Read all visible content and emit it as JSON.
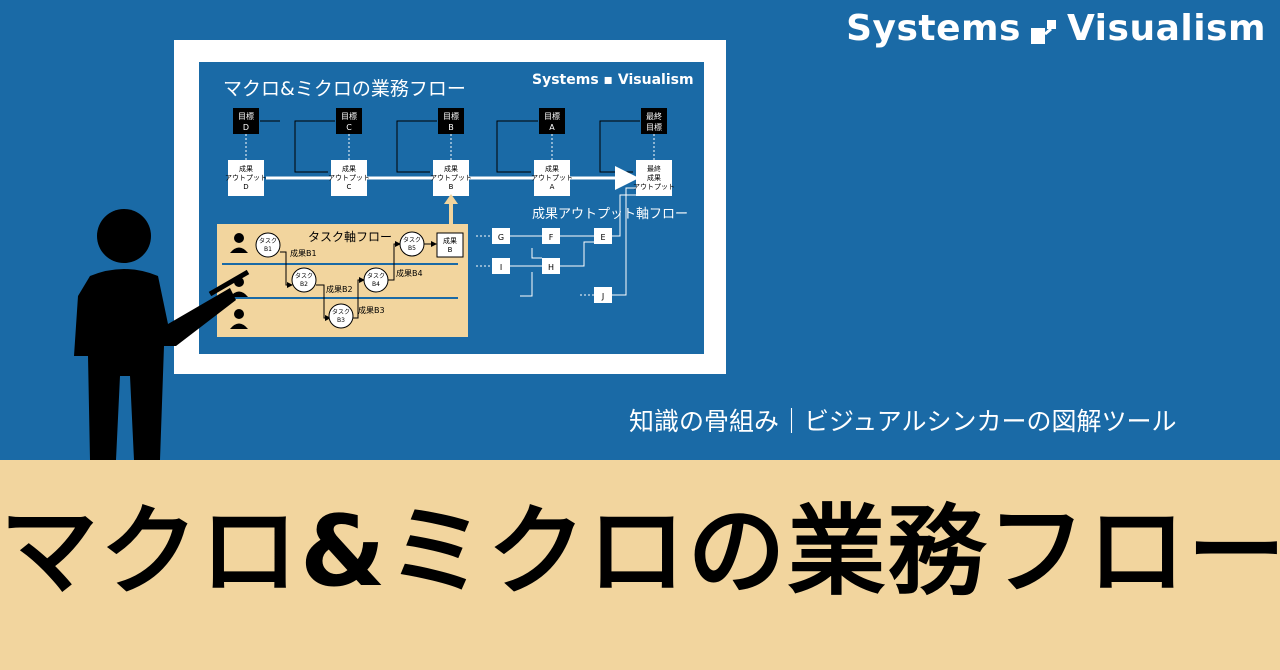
{
  "brand": {
    "text": "Systems • Visualism",
    "left": "Systems",
    "right": "Visualism"
  },
  "screen": {
    "title": "マクロ&ミクロの業務フロー",
    "brand_left": "Systems",
    "brand_right": "Visualism",
    "goals": [
      {
        "label": "目標",
        "sub": "D"
      },
      {
        "label": "目標",
        "sub": "C"
      },
      {
        "label": "目標",
        "sub": "B"
      },
      {
        "label": "目標",
        "sub": "A"
      },
      {
        "label": "最終",
        "sub": "目標"
      }
    ],
    "outputs": [
      {
        "l1": "成果",
        "l2": "アウトプット",
        "l3": "D"
      },
      {
        "l1": "成果",
        "l2": "アウトプット",
        "l3": "C"
      },
      {
        "l1": "成果",
        "l2": "アウトプット",
        "l3": "B"
      },
      {
        "l1": "成果",
        "l2": "アウトプット",
        "l3": "A"
      },
      {
        "l1": "最終",
        "l2": "成果",
        "l3": "アウトプット"
      }
    ],
    "output_axis_label": "成果アウトプット軸フロー",
    "task_axis_label": "タスク軸フロー",
    "tasks": [
      {
        "l1": "タスク",
        "l2": "B1"
      },
      {
        "l1": "タスク",
        "l2": "B2"
      },
      {
        "l1": "タスク",
        "l2": "B3"
      },
      {
        "l1": "タスク",
        "l2": "B4"
      },
      {
        "l1": "タスク",
        "l2": "B5"
      }
    ],
    "results": [
      "成果B1",
      "成果B2",
      "成果B3",
      "成果B4"
    ],
    "result_box": {
      "l1": "成果",
      "l2": "B"
    },
    "nodes": [
      "G",
      "F",
      "E",
      "I",
      "H",
      "J"
    ]
  },
  "subtitle": "知識の骨組み｜ビジュアルシンカーの図解ツール",
  "main_title": "マクロ&ミクロの業務フロー"
}
